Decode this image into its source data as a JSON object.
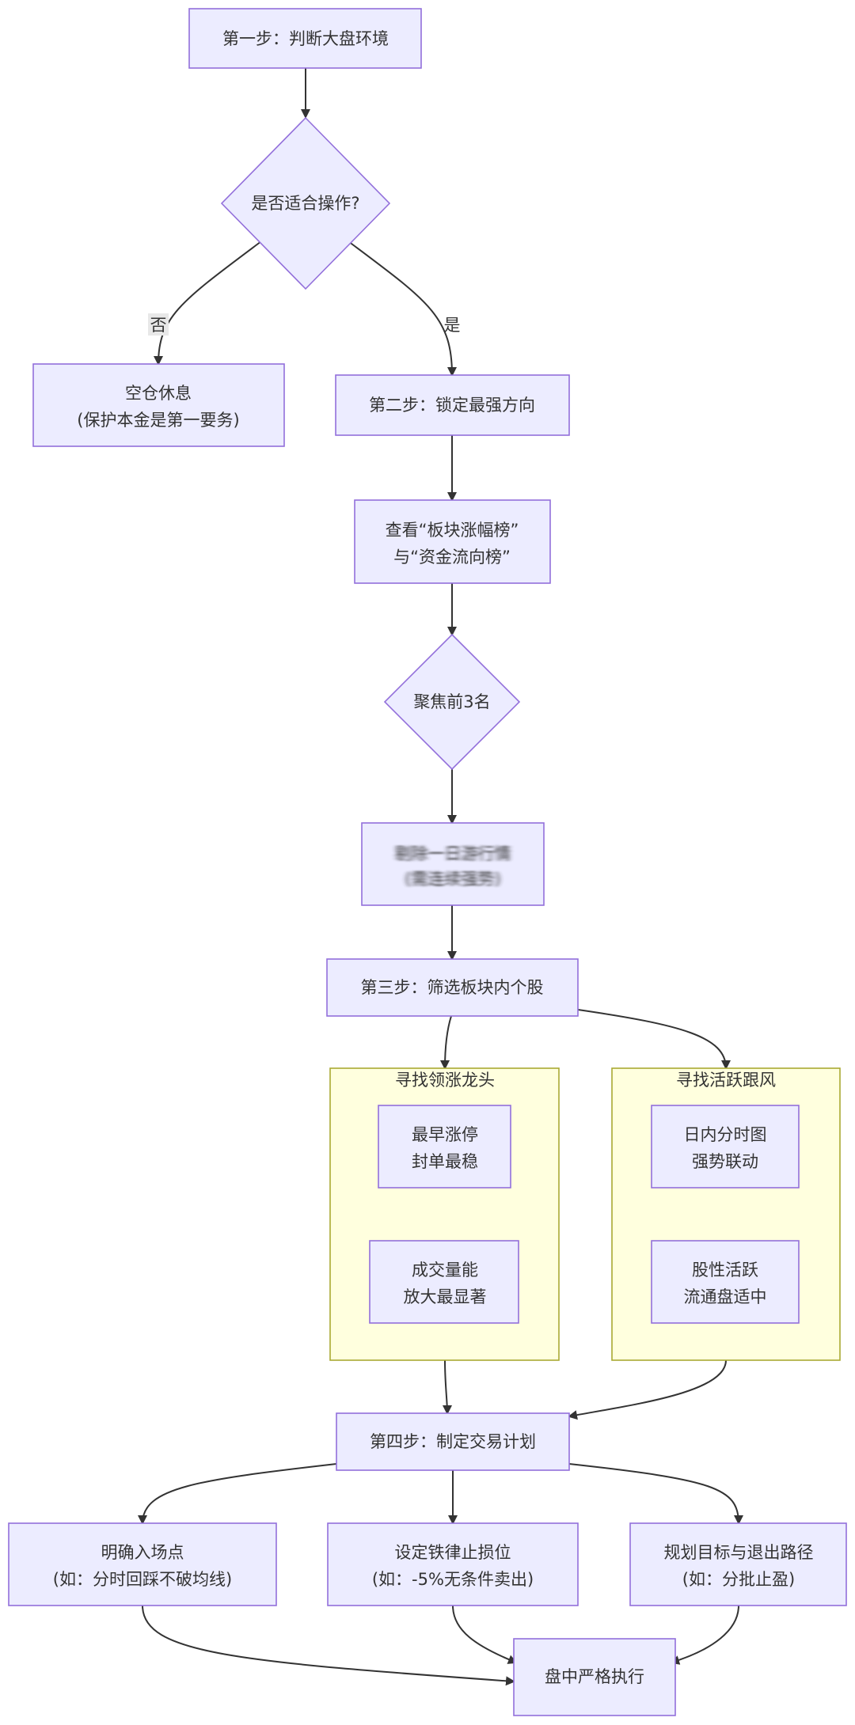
{
  "colors": {
    "node_fill": "#ECECFF",
    "node_stroke": "#9370DB",
    "cluster_fill": "#ffffde",
    "cluster_stroke": "#aaaa33",
    "edge": "#333333"
  },
  "nodes": {
    "step1": "第一步：判断大盘环境",
    "decision": "是否适合操作?",
    "rest": [
      "空仓休息",
      "(保护本金是第一要务)"
    ],
    "step2": "第二步：锁定最强方向",
    "check": [
      "查看“板块涨幅榜”",
      "与“资金流向榜”"
    ],
    "focus": "聚焦前3名",
    "filter": [
      "剔除一日游行情",
      "(需连续强势)"
    ],
    "step3": "第三步：筛选板块内个股",
    "leader_cluster": "寻找领涨龙头",
    "leader_a": [
      "最早涨停",
      "封单最稳"
    ],
    "leader_b": [
      "成交量能",
      "放大最显著"
    ],
    "follower_cluster": "寻找活跃跟风",
    "follower_a": [
      "日内分时图",
      "强势联动"
    ],
    "follower_b": [
      "股性活跃",
      "流通盘适中"
    ],
    "step4": "第四步：制定交易计划",
    "entry": [
      "明确入场点",
      "(如：分时回踩不破均线)"
    ],
    "stop": [
      "设定铁律止损位",
      "(如：-5%无条件卖出)"
    ],
    "target": [
      "规划目标与退出路径",
      "(如：分批止盈)"
    ],
    "execute": "盘中严格执行"
  },
  "edge_labels": {
    "no": "否",
    "yes": "是"
  }
}
